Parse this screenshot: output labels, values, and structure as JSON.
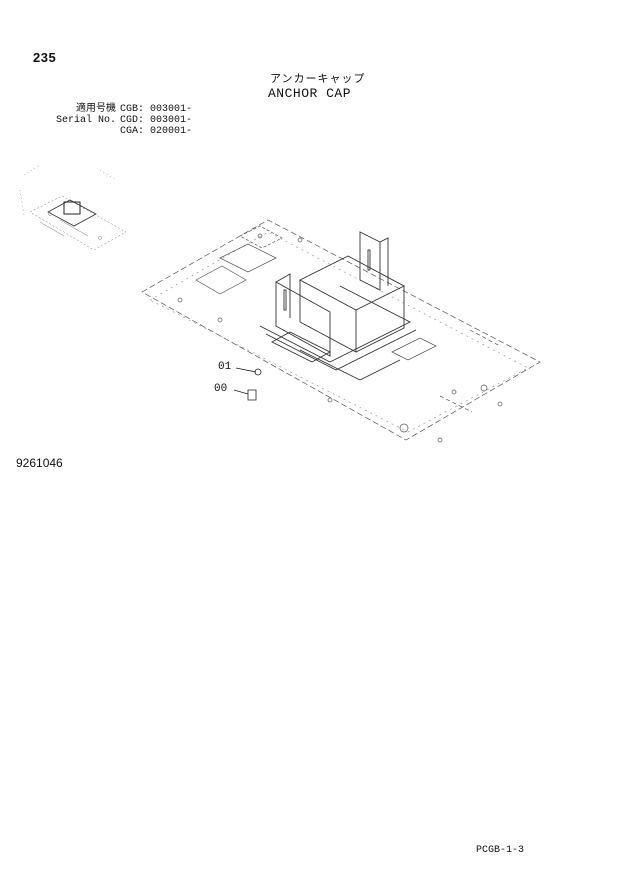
{
  "page_number": "235",
  "title_jp": "アンカーキャップ",
  "title_en": "ANCHOR CAP",
  "serial": {
    "rows": [
      {
        "label": "適用号機",
        "code": "CGB: 003001-"
      },
      {
        "label": "Serial No.",
        "code": "CGD: 003001-"
      },
      {
        "label": "",
        "code": "CGA: 020001-"
      }
    ]
  },
  "callouts": [
    "01",
    "00"
  ],
  "drawing_number": "9261046",
  "footer_code": "PCGB-1-3"
}
